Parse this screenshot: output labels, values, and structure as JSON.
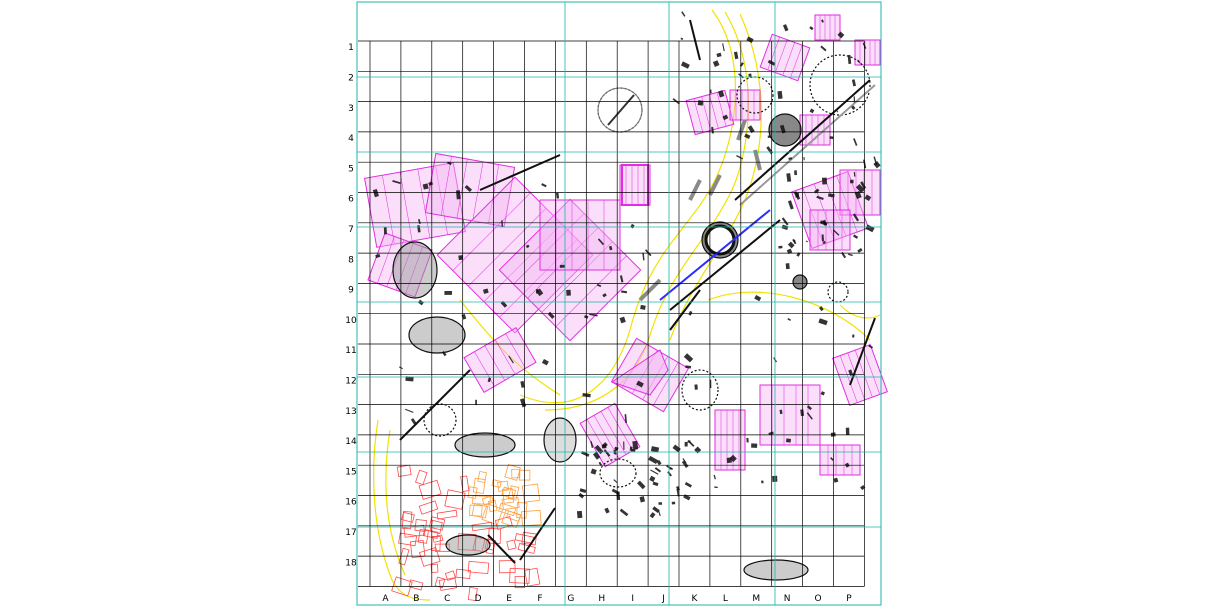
{
  "grid": {
    "columns": [
      "A",
      "B",
      "C",
      "D",
      "E",
      "F",
      "G",
      "H",
      "I",
      "J",
      "K",
      "L",
      "M",
      "N",
      "O",
      "P"
    ],
    "rows": [
      "1",
      "2",
      "3",
      "4",
      "5",
      "6",
      "7",
      "8",
      "9",
      "10",
      "11",
      "12",
      "13",
      "14",
      "15",
      "16",
      "17",
      "18"
    ]
  },
  "colors": {
    "grid_line": "#000000",
    "sheet_frame": "#1fb5a8",
    "buildings": "#e22ee2",
    "building_fill": "#f4b6f4",
    "contours": "#f2e200",
    "old_town": "#ff4b4b",
    "old_town_secondary": "#ffa040",
    "linework": "#111111",
    "paths": "#8a8a8a",
    "highlight": "#2c2cff"
  }
}
